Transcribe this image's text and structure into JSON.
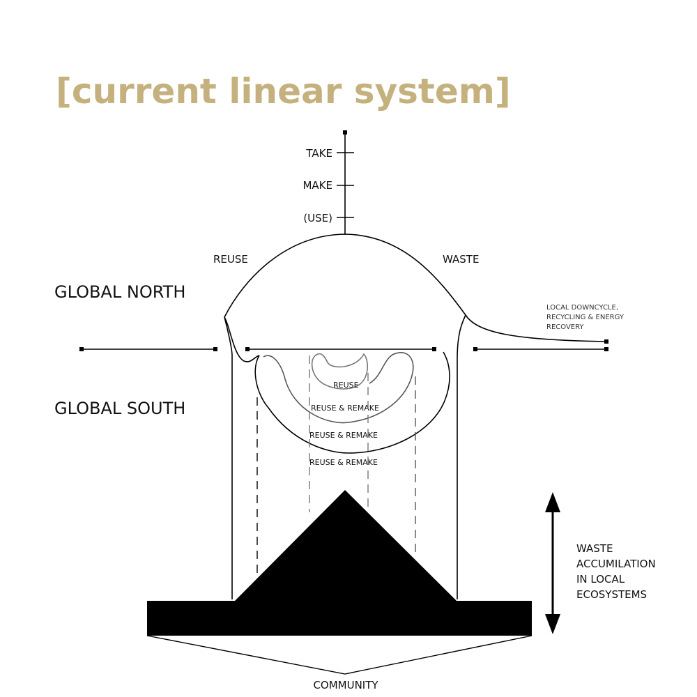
{
  "title": "[current linear system]",
  "axis": {
    "take": "TAKE",
    "make": "MAKE",
    "use": "(USE)"
  },
  "dome": {
    "reuse": "REUSE",
    "waste": "WASTE"
  },
  "regions": {
    "north": "GLOBAL NORTH",
    "south": "GLOBAL SOUTH"
  },
  "local_downcycle": [
    "LOCAL DOWNCYCLE,",
    "RECYCLING & ENERGY",
    "RECOVERY"
  ],
  "loops": [
    "REUSE",
    "REUSE & REMAKE",
    "REUSE & REMAKE",
    "REUSE & REMAKE"
  ],
  "waste_accumulation": [
    "WASTE",
    "ACCUMILATION",
    "IN LOCAL",
    "ECOSYSTEMS"
  ],
  "community": "COMMUNITY",
  "colors": {
    "title": "#c5b17e",
    "ink": "#000000"
  }
}
